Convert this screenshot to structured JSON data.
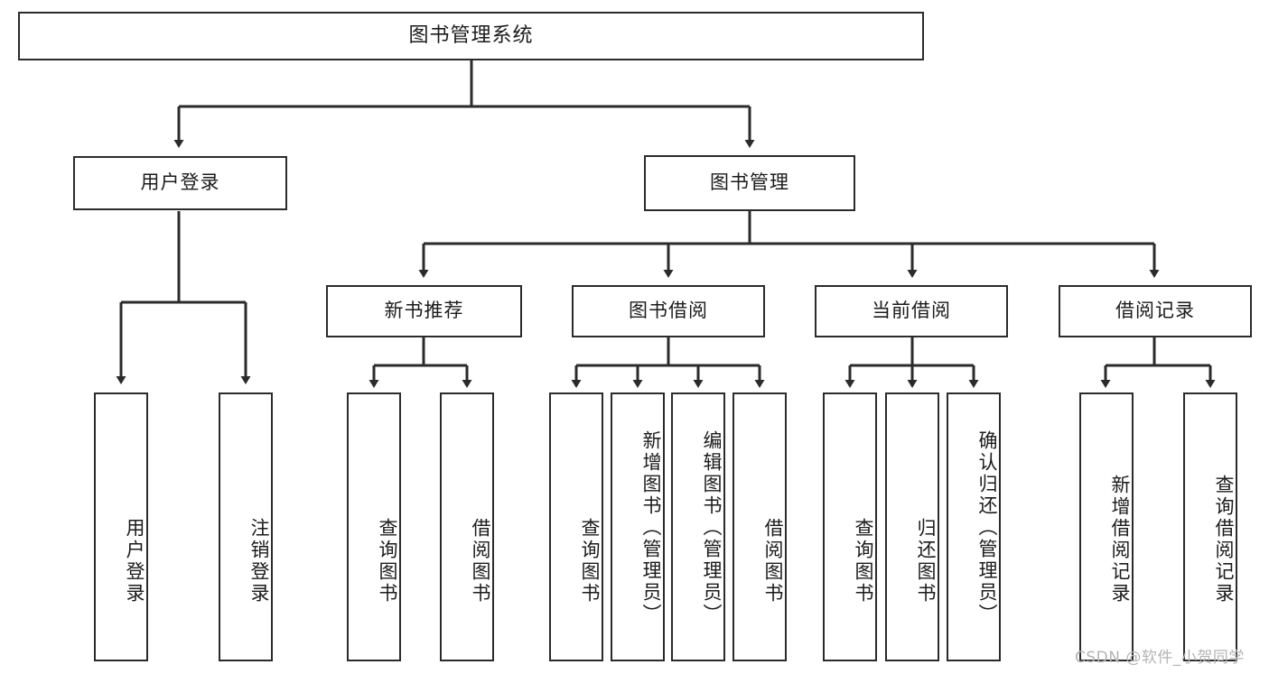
{
  "diagram": {
    "title": "图书管理系统",
    "watermark": "CSDN @软件_小贺同学",
    "line_color": "#2b2b2b",
    "box_fill": "#ffffff",
    "text_color": "#1b1b1b",
    "watermark_color": "#b4b4b4"
  },
  "nodes": {
    "root": {
      "label": "图书管理系统"
    },
    "level2": [
      {
        "label": "用户登录"
      },
      {
        "label": "图书管理"
      }
    ],
    "level3": [
      {
        "label": "新书推荐"
      },
      {
        "label": "图书借阅"
      },
      {
        "label": "当前借阅"
      },
      {
        "label": "借阅记录"
      }
    ],
    "leaves": {
      "user_login": [
        {
          "label": "用户登录"
        },
        {
          "label": "注销登录"
        }
      ],
      "new_book_recommend": [
        {
          "label": "查询图书"
        },
        {
          "label": "借阅图书"
        }
      ],
      "book_borrow": [
        {
          "label": "查询图书"
        },
        {
          "label": "新增图书（管理员）"
        },
        {
          "label": "编辑图书（管理员）"
        },
        {
          "label": "借阅图书"
        }
      ],
      "current_borrow": [
        {
          "label": "查询图书"
        },
        {
          "label": "归还图书"
        },
        {
          "label": "确认归还（管理员）"
        }
      ],
      "borrow_record": [
        {
          "label": "新增借阅记录"
        },
        {
          "label": "查询借阅记录"
        }
      ]
    }
  },
  "chart_data": {
    "type": "table",
    "title": "图书管理系统 功能结构图",
    "hierarchy": [
      {
        "label": "图书管理系统",
        "children": [
          {
            "label": "用户登录",
            "children": [
              {
                "label": "用户登录"
              },
              {
                "label": "注销登录"
              }
            ]
          },
          {
            "label": "图书管理",
            "children": [
              {
                "label": "新书推荐",
                "children": [
                  {
                    "label": "查询图书"
                  },
                  {
                    "label": "借阅图书"
                  }
                ]
              },
              {
                "label": "图书借阅",
                "children": [
                  {
                    "label": "查询图书"
                  },
                  {
                    "label": "新增图书（管理员）"
                  },
                  {
                    "label": "编辑图书（管理员）"
                  },
                  {
                    "label": "借阅图书"
                  }
                ]
              },
              {
                "label": "当前借阅",
                "children": [
                  {
                    "label": "查询图书"
                  },
                  {
                    "label": "归还图书"
                  },
                  {
                    "label": "确认归还（管理员）"
                  }
                ]
              },
              {
                "label": "借阅记录",
                "children": [
                  {
                    "label": "新增借阅记录"
                  },
                  {
                    "label": "查询借阅记录"
                  }
                ]
              }
            ]
          }
        ]
      }
    ]
  }
}
